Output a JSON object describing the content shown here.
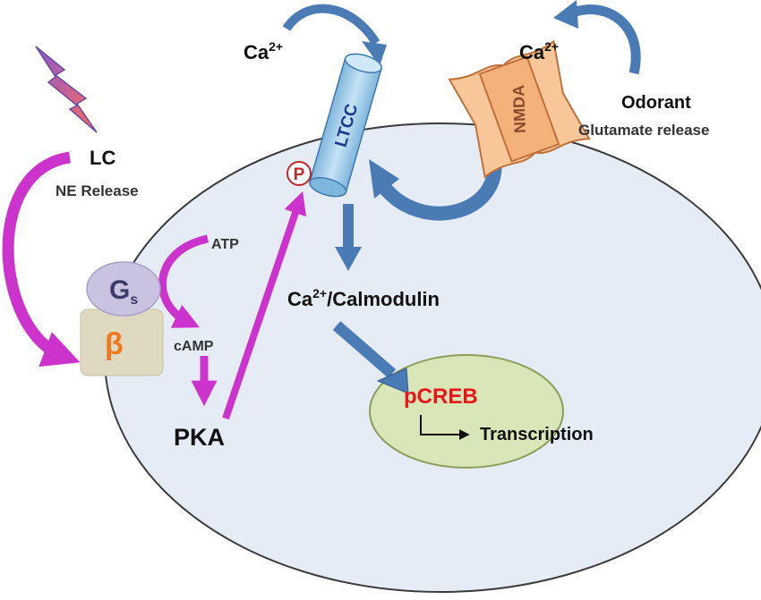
{
  "labels": {
    "ca_left": "Ca",
    "ca_right": "Ca",
    "ca_charge": "2+",
    "lc": "LC",
    "ne_release": "NE Release",
    "odorant": "Odorant",
    "glutamate_release": "Glutamate release",
    "ltcc": "LTCC",
    "nmda": "NMDA",
    "phospho": "P",
    "gs_main": "G",
    "gs_sub": "s",
    "beta": "β",
    "atp": "ATP",
    "camp": "cAMP",
    "pka": "PKA",
    "calmodulin_ca": "Ca",
    "calmodulin_charge": "2+",
    "calmodulin_rest": "/Calmodulin",
    "pcreb": "pCREB",
    "transcription": "Transcription"
  },
  "colors": {
    "cell_fill": "#e6ecf5",
    "cell_stroke": "#3b3b3b",
    "nucleus_fill": "#d9e6b8",
    "nucleus_stroke": "#8aa05a",
    "magenta": "#cc33cc",
    "blue_arrow": "#4a7bb5",
    "ltcc_fill": "#a9d2ea",
    "nmda_fill": "#f7c79a",
    "nmda_stroke": "#c0703a",
    "gs_fill": "#c9c3df",
    "beta_fill": "#e0d9c2",
    "beta_text": "#f07820",
    "pcreb_text": "#e8161b",
    "phospho": "#c0282a"
  },
  "icons": [
    "lightning-icon"
  ]
}
